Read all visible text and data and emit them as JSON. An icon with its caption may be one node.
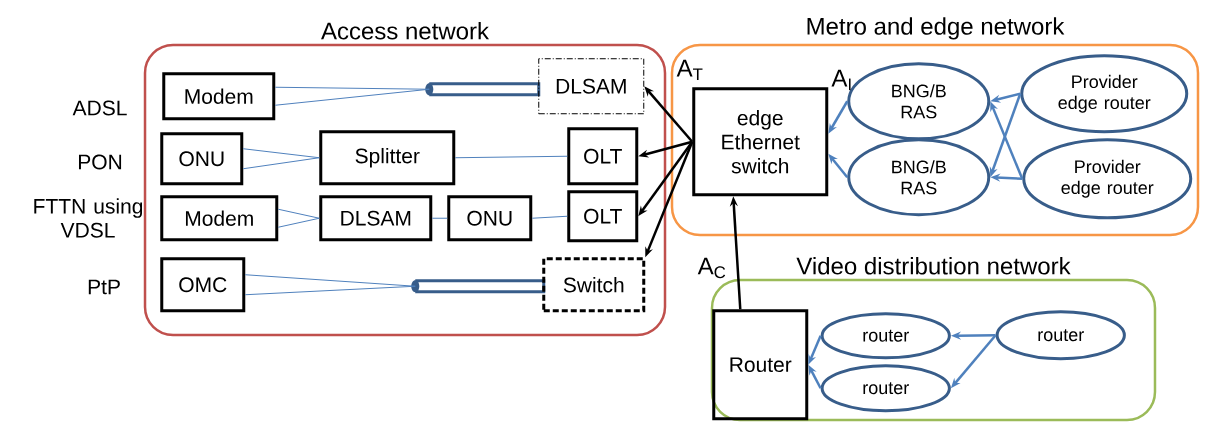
{
  "diagram": {
    "nodes": [
      {
        "text": [
          "Access network"
        ]
      },
      {
        "text": [
          "Modem"
        ],
        "in": 0
      },
      {
        "text": [],
        "shape": "cylinder",
        "in": 0
      },
      {
        "text": [
          "DLSAM"
        ],
        "in": 0
      },
      {
        "text": [
          "ONU"
        ],
        "in": 0
      },
      {
        "text": [
          "Splitter"
        ],
        "in": 0
      },
      {
        "text": [
          "OLT"
        ],
        "in": 0
      },
      {
        "text": [
          "Modem"
        ],
        "in": 0
      },
      {
        "text": [
          "DLSAM"
        ],
        "in": 0
      },
      {
        "text": [
          "ONU"
        ],
        "in": 0
      },
      {
        "text": [
          "OLT"
        ],
        "in": 0
      },
      {
        "text": [
          "OMC"
        ],
        "in": 0
      },
      {
        "text": [],
        "shape": "cylinder",
        "in": 0
      },
      {
        "text": [
          "Switch"
        ],
        "in": 0
      },
      {
        "text": [
          "Metro and edge network"
        ]
      },
      {
        "text": [
          "edge Ethernet switch"
        ],
        "in": 14
      },
      {
        "text": [
          "BNG/B RAS"
        ],
        "in": 14
      },
      {
        "text": [
          "Provider edge router"
        ],
        "in": 14
      },
      {
        "text": [
          "BNG/B RAS"
        ],
        "in": 14
      },
      {
        "text": [
          "Provider edge router"
        ],
        "in": 14
      },
      {
        "text": [
          "Video distribution  network"
        ]
      },
      {
        "text": [
          "Router"
        ],
        "in": 20
      },
      {
        "text": [
          "router"
        ],
        "in": 20
      },
      {
        "text": [
          "router"
        ],
        "in": 20
      },
      {
        "text": [
          "router"
        ],
        "in": 20
      }
    ],
    "edges": [
      {
        "from": 1,
        "to": 2,
        "arrow": "none"
      },
      {
        "from": 1,
        "to": 2,
        "arrow": "none"
      },
      {
        "from": 4,
        "to": 5,
        "arrow": "none"
      },
      {
        "from": 4,
        "to": 5,
        "arrow": "none"
      },
      {
        "from": 5,
        "to": 6,
        "arrow": "none"
      },
      {
        "from": 7,
        "to": 8,
        "arrow": "none"
      },
      {
        "from": 7,
        "to": 8,
        "arrow": "none"
      },
      {
        "from": 8,
        "to": 9,
        "arrow": "none"
      },
      {
        "from": 9,
        "to": 10,
        "arrow": "none"
      },
      {
        "from": 11,
        "to": 12,
        "arrow": "none"
      },
      {
        "from": 11,
        "to": 12,
        "arrow": "none"
      },
      {
        "from": 15,
        "to": 3,
        "arrow": "to",
        "color": "#000000"
      },
      {
        "from": 15,
        "to": 6,
        "arrow": "to",
        "color": "#000000"
      },
      {
        "from": 15,
        "to": 10,
        "arrow": "to",
        "color": "#000000"
      },
      {
        "from": 15,
        "to": 13,
        "arrow": "to",
        "color": "#000000"
      },
      {
        "from": 21,
        "to": 15,
        "arrow": "to",
        "color": "#000000"
      },
      {
        "from": 16,
        "to": 15,
        "arrow": "to"
      },
      {
        "from": 18,
        "to": 15,
        "arrow": "to"
      },
      {
        "from": 17,
        "to": 16,
        "arrow": "to"
      },
      {
        "from": 17,
        "to": 18,
        "arrow": "to"
      },
      {
        "from": 19,
        "to": 16,
        "arrow": "to"
      },
      {
        "from": 19,
        "to": 18,
        "arrow": "to"
      },
      {
        "from": 22,
        "to": 21,
        "arrow": "to"
      },
      {
        "from": 24,
        "to": 21,
        "arrow": "to"
      },
      {
        "from": 23,
        "to": 22,
        "arrow": "to"
      },
      {
        "from": 23,
        "to": 24,
        "arrow": "to"
      }
    ],
    "labels": [
      "ADSL",
      "PON",
      "FTTN using VDSL",
      "PtP",
      "A$_{T}$",
      "A$_{I}$",
      "A$_{C}$"
    ]
  }
}
